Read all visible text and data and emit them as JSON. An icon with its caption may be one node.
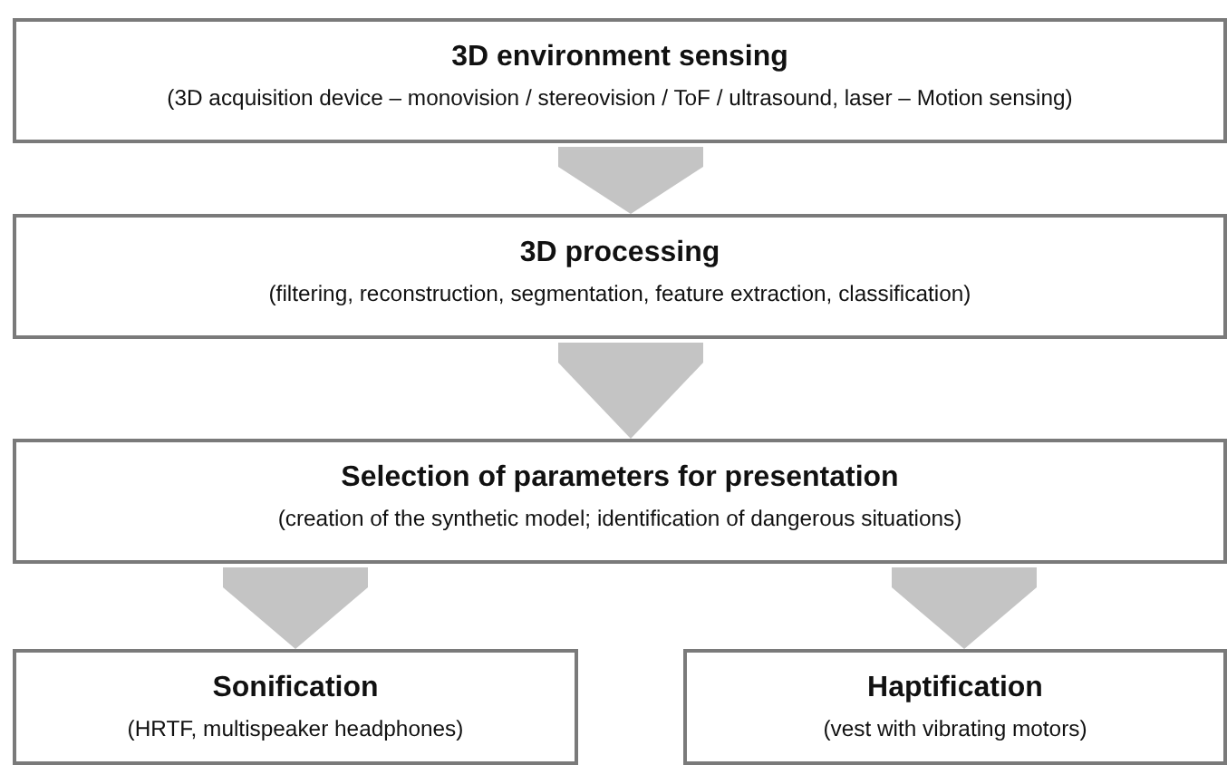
{
  "diagram": {
    "nodes": [
      {
        "text": [
          "3D environment sensing",
          "(3D acquisition device – monovision / stereovision / ToF / ultrasound, laser – Motion sensing)"
        ]
      },
      {
        "text": [
          "3D processing",
          "(filtering, reconstruction, segmentation, feature extraction, classification)"
        ]
      },
      {
        "text": [
          "Selection of parameters for presentation",
          "(creation of the synthetic model; identification of dangerous situations)"
        ]
      },
      {
        "text": [
          "Sonification",
          "(HRTF, multispeaker headphones)"
        ]
      },
      {
        "text": [
          "Haptification",
          "(vest with vibrating motors)"
        ]
      }
    ],
    "edges": [
      {
        "from": 0,
        "to": 1,
        "arrow": "to"
      },
      {
        "from": 1,
        "to": 2,
        "arrow": "to"
      },
      {
        "from": 2,
        "to": 3,
        "arrow": "to"
      },
      {
        "from": 2,
        "to": 4,
        "arrow": "to"
      }
    ]
  }
}
